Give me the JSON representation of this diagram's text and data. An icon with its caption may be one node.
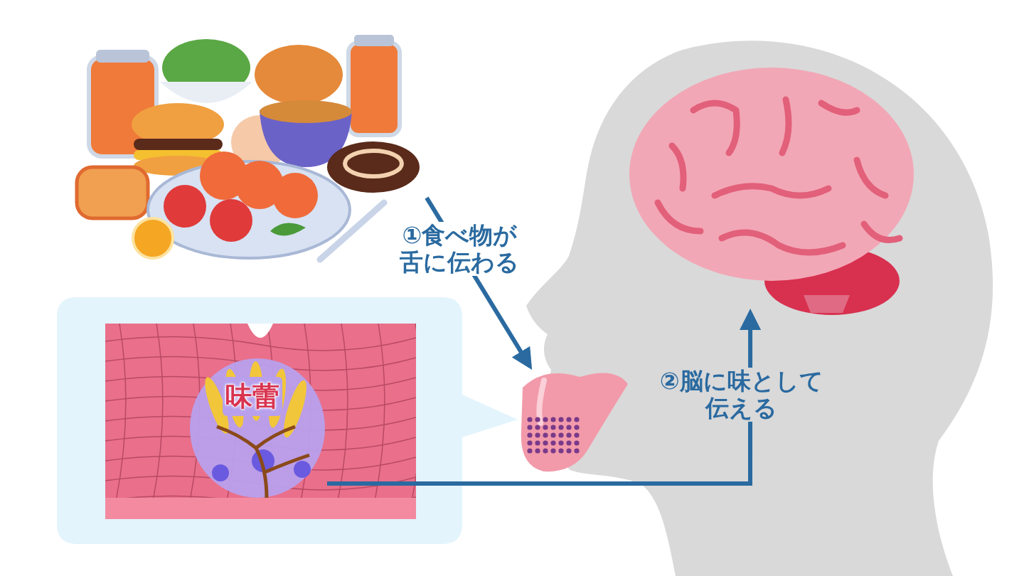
{
  "diagram": {
    "nodes": [
      {
        "text": [],
        "shape": "picture"
      },
      {
        "text": [],
        "shape": "box"
      },
      {
        "text": [
          "味蕾"
        ],
        "in": 1
      },
      {
        "text": [],
        "shape": "picture"
      },
      {
        "text": [],
        "shape": "picture"
      }
    ],
    "edges": [
      {
        "from": 0,
        "to": 3,
        "arrow": "to",
        "label": "①食べ物が舌に伝わる"
      },
      {
        "from": 2,
        "to": 4,
        "arrow": "to",
        "label": "②脳に味として伝える"
      }
    ]
  }
}
